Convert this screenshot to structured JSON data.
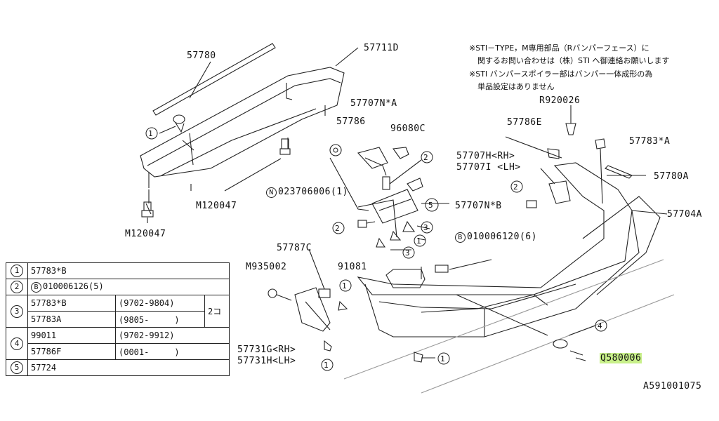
{
  "notes": {
    "line1": "※STI－TYPE，M専用部品（Rバンパーフェース）に",
    "line2": "関するお問い合わせは（株）STI へ御連絡お願いします",
    "line3": "※STI バンパースポイラー部はバンパー一体成形の為",
    "line4": "単品設定はありません"
  },
  "labels": {
    "p57780": "57780",
    "p57711D": "57711D",
    "p57707NA": "57707N*A",
    "p57786": "57786",
    "p96080C": "96080C",
    "pR920026": "R920026",
    "p57786E": "57786E",
    "p57783A_top": "57783*A",
    "p57707H": "57707H<RH>",
    "p57707I": "57707I <LH>",
    "p57780A": "57780A",
    "pN023706006": "023706006(1)",
    "pN_prefix": "N",
    "pM120047a": "M120047",
    "pM120047b": "M120047",
    "p57707NB": "57707N*B",
    "p57704A": "57704A",
    "pB010006120": "010006120(6)",
    "pB_prefix": "B",
    "p57787C": "57787C",
    "pM935002": "M935002",
    "p91081": "91081",
    "p57731G": "57731G<RH>",
    "p57731H": "57731H<LH>",
    "pQ580006": "Q580006",
    "diagram_id": "A591001075"
  },
  "callouts": [
    "1",
    "2",
    "3",
    "4",
    "5"
  ],
  "legend": {
    "r1_num": "1",
    "r1_part": "57783*B",
    "r2_num": "2",
    "r2_b": "B",
    "r2_part": "010006126(5)",
    "r3_num": "3",
    "r3a_part": "57783*B",
    "r3a_date": "(9702-9804)",
    "r3b_part": "57783A",
    "r3b_date": "(9805-　　　)",
    "r3_qty": "2コ",
    "r4_num": "4",
    "r4a_part": "99011",
    "r4a_date": "(9702-9912)",
    "r4b_part": "57786F",
    "r4b_date": "(0001-　　　)",
    "r5_num": "5",
    "r5_part": "57724"
  }
}
